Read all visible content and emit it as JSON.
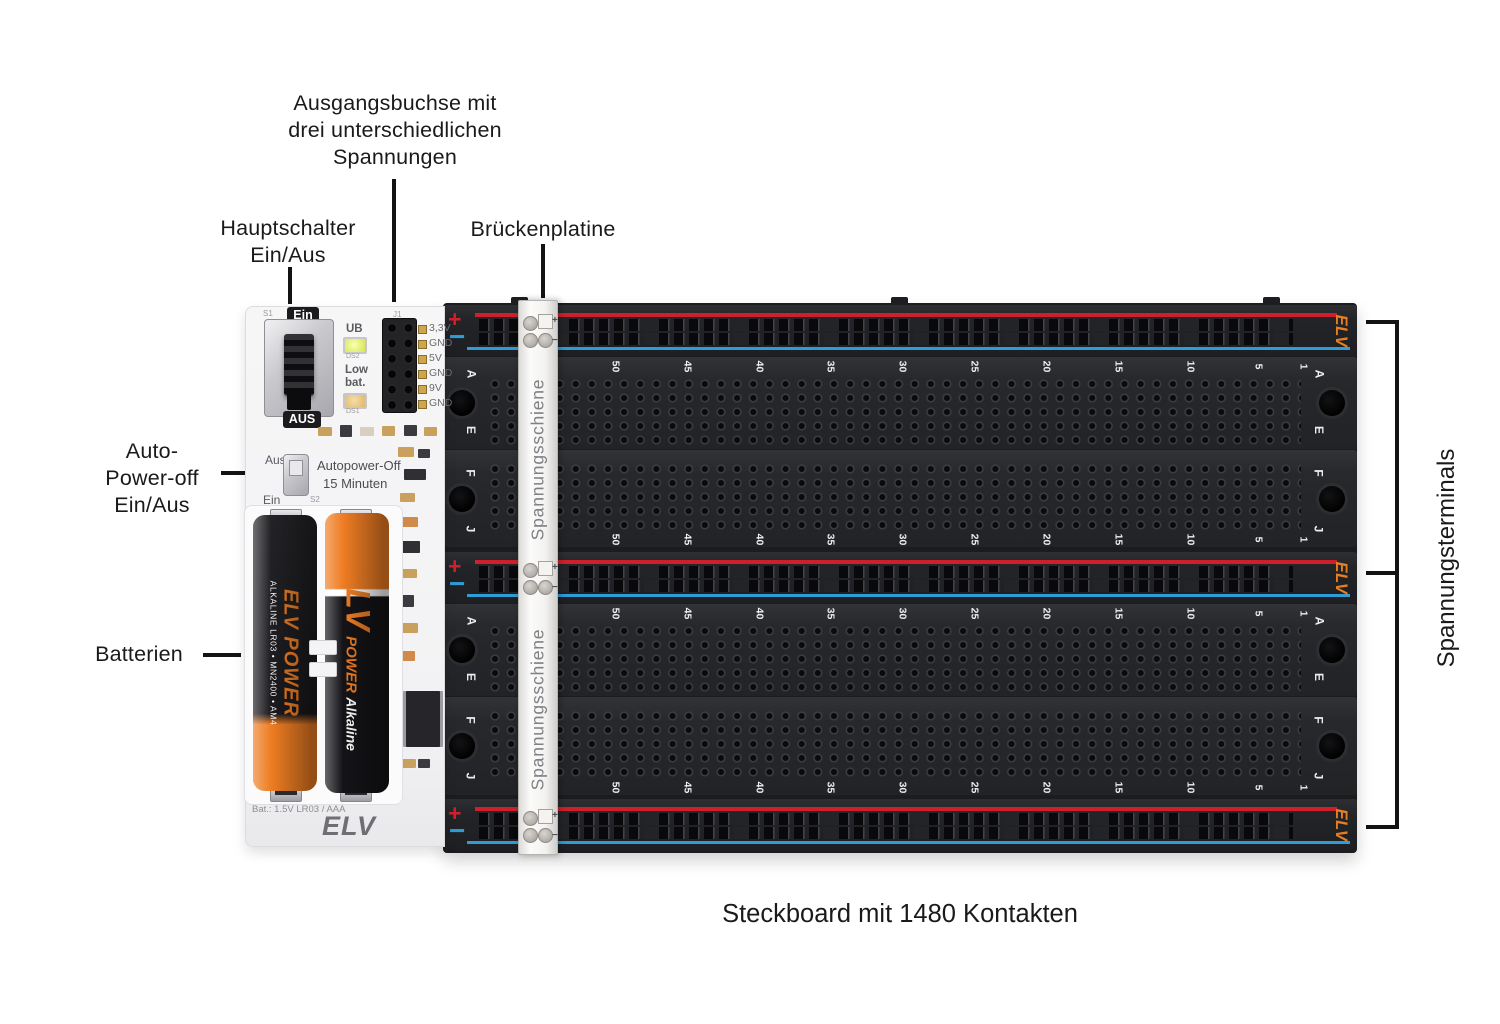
{
  "annotations": {
    "output_socket_lines": [
      "Ausgangsbuchse mit",
      "drei unterschiedlichen",
      "Spannungen"
    ],
    "main_switch_lines": [
      "Hauptschalter",
      "Ein/Aus"
    ],
    "bridge_board": "Brückenplatine",
    "auto_power_off_lines": [
      "Auto-",
      "Power-off",
      "Ein/Aus"
    ],
    "batteries": "Batterien",
    "voltage_terminals": "Spannungsterminals",
    "caption": "Steckboard mit 1480 Kontakten"
  },
  "psu": {
    "s1": "S1",
    "ein_badge": "Ein",
    "aus_badge": "AUS",
    "ub": "UB",
    "ds2": "DS2",
    "low": "Low",
    "bat": "bat.",
    "ds1": "DS1",
    "j1": "J1",
    "pins": [
      "3,3V",
      "GND",
      "5V",
      "GND",
      "9V",
      "GND"
    ],
    "ap_aus": "Aus",
    "ap_ein": "Ein",
    "s2": "S2",
    "autopower_line1": "Autopower-Off",
    "autopower_line2": "15 Minuten",
    "battery_left_spec": "ALKALINE LR03 • MN2400 • AM4",
    "battery_brand": "ELV",
    "battery_power": "POWER",
    "battery_alkaline": "Alkaline",
    "bat_info": "Bat.: 1.5V LR03 / AAA",
    "brand": "ELV"
  },
  "breadboard": {
    "plus": "+",
    "minus": "−",
    "rail_brand": "ELV",
    "column_numbers": [
      "50",
      "45",
      "40",
      "35",
      "30",
      "25",
      "20",
      "15",
      "10",
      "5"
    ],
    "end_number": "1",
    "strips": [
      {
        "top": "A",
        "bottom": "E"
      },
      {
        "top": "F",
        "bottom": "J"
      },
      {
        "top": "A",
        "bottom": "E"
      },
      {
        "top": "F",
        "bottom": "J"
      }
    ],
    "bridge_label": "Spannungsschiene",
    "pad_plus": "+",
    "pad_minus": "−"
  },
  "colors": {
    "rail_red": "#cf1f2c",
    "rail_blue": "#2e9cd6",
    "elv_orange": "#e87e22",
    "board_black": "#222326",
    "pcb_white": "#f4f4f5"
  }
}
